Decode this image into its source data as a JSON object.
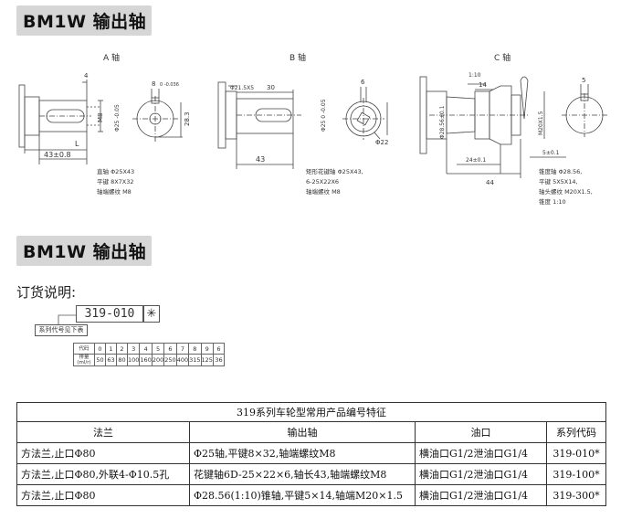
{
  "header1": "BM1W 输出轴",
  "header2": "BM1W 输出轴",
  "drawing_a": {
    "title": "A 轴",
    "dims": [
      "4",
      "8",
      "0 -0.036",
      "M8",
      "Φ25 -0.05",
      "28.3",
      "43±0.8",
      "L"
    ],
    "notes": [
      "直轴 Φ25X43",
      "平键 8X7X32",
      "轴端螺纹 M8"
    ]
  },
  "drawing_b": {
    "title": "B 轴",
    "dims": [
      "Φ21.5X5",
      "30",
      "6",
      "Φ25 0 -0.05",
      "Φ22",
      "43"
    ],
    "notes": [
      "矩形花键轴 Φ25X43,",
      "6-25X22X6",
      "轴端螺纹 M8"
    ]
  },
  "drawing_c": {
    "title": "C 轴",
    "dims": [
      "1:10",
      "14",
      "Φ28.56±0.1",
      "M20X1.5",
      "24±0.1",
      "44",
      "5±0.1",
      "5"
    ],
    "notes": [
      "锥度轴 Φ28.56,",
      "平键 5X5X14,",
      "轴头螺纹 M20X1.5,",
      "锥度 1:10"
    ]
  },
  "order": {
    "label": "订货说明:",
    "code": "319-010",
    "star": "✳",
    "series_note": "系列代号见下表",
    "disp_header_row": [
      "代码",
      "0",
      "1",
      "2",
      "3",
      "4",
      "5",
      "6",
      "7",
      "8",
      "9",
      "6"
    ],
    "disp_value_row": [
      "排量(ml/r)",
      "50",
      "63",
      "80",
      "100",
      "160",
      "200",
      "250",
      "400",
      "315",
      "125",
      "36"
    ]
  },
  "table": {
    "caption": "319系列车轮型常用产品编号特征",
    "headers": [
      "法兰",
      "输出轴",
      "油口",
      "系列代码"
    ],
    "rows": [
      [
        "方法兰,止口Φ80",
        "Φ25轴,平键8×32,轴端螺纹M8",
        "横油口G1/2泄油口G1/4",
        "319-010*"
      ],
      [
        "方法兰,止口Φ80,外联4-Φ10.5孔",
        "花键轴6D-25×22×6,轴长43,轴端螺纹M8",
        "横油口G1/2泄油口G1/4",
        "319-100*"
      ],
      [
        "方法兰,止口Φ80",
        "Φ28.56(1:10)锥轴,平键5×14,轴端M20×1.5",
        "横油口G1/2泄油口G1/4",
        "319-300*"
      ]
    ]
  }
}
